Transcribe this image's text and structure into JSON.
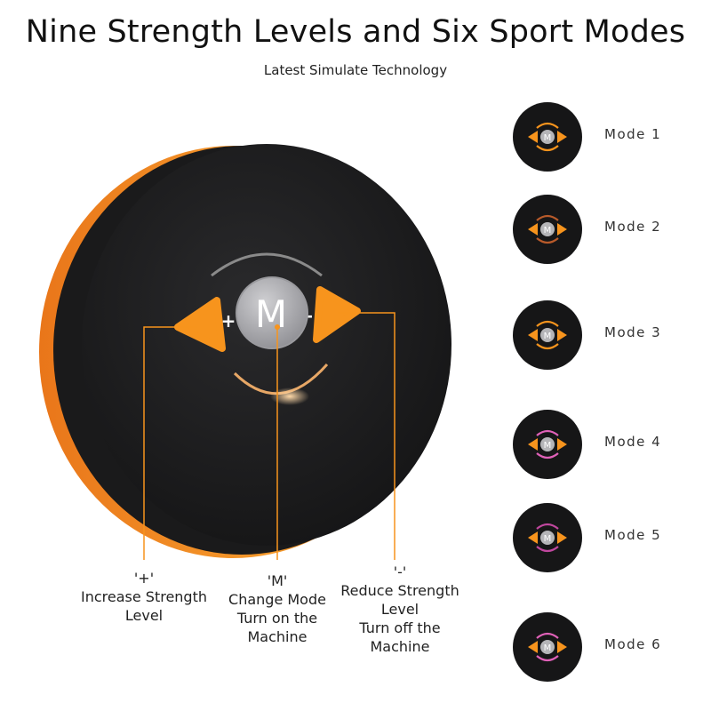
{
  "header": {
    "title": "Nine Strength Levels and Six Sport Modes",
    "subtitle": "Latest Simulate Technology"
  },
  "device": {
    "center_button_letter": "M",
    "plus_symbol": "+",
    "minus_symbol": "–",
    "body_color": "#1d1d1f",
    "rim_color": "#f08a1c",
    "accent_color": "#f7941d"
  },
  "captions": [
    {
      "key": "plus",
      "lines": [
        "'+'",
        "Increase Strength",
        "Level"
      ]
    },
    {
      "key": "m",
      "lines": [
        "'M'",
        "Change Mode",
        "Turn on the",
        "Machine"
      ]
    },
    {
      "key": "minus",
      "lines": [
        "'-'",
        "Reduce Strength",
        "Level",
        "Turn off the",
        "Machine"
      ]
    }
  ],
  "modes": [
    {
      "label": "Mode 1",
      "arc_color": "#f7941d"
    },
    {
      "label": "Mode  2",
      "arc_color": "#b85a2a"
    },
    {
      "label": "Mode 3",
      "arc_color": "#f7941d"
    },
    {
      "label": "Mode  4",
      "arc_color": "#e061b8"
    },
    {
      "label": "Mode 5",
      "arc_color": "#c0479e"
    },
    {
      "label": "Mode 6",
      "arc_color": "#e061b8"
    }
  ]
}
